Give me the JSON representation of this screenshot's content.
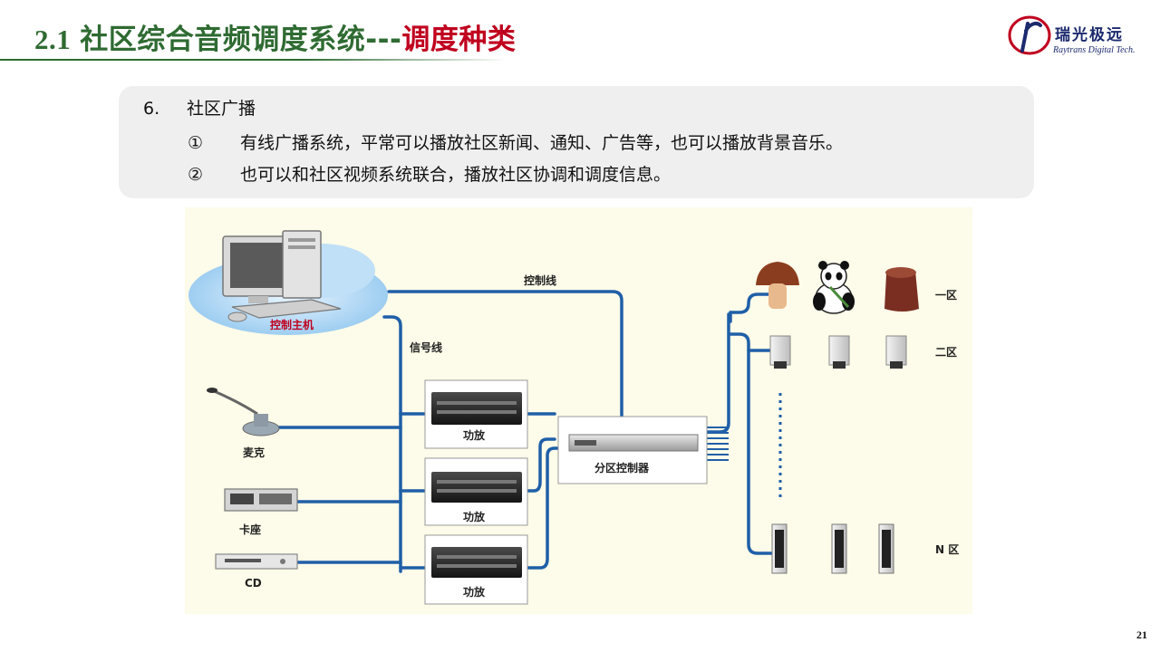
{
  "header": {
    "number": "2.1",
    "title_main": "社区综合音频调度系统---",
    "title_sub": "调度种类"
  },
  "logo": {
    "name_cn": "瑞光极远",
    "name_en": "Raytrans Digital Tech."
  },
  "content": {
    "heading_num": "6.",
    "heading": "社区广播",
    "bullets": [
      {
        "mark": "①",
        "text": "有线广播系统，平常可以播放社区新闻、通知、广告等，也可以播放背景音乐。"
      },
      {
        "mark": "②",
        "text": "也可以和社区视频系统联合，播放社区协调和调度信息。"
      }
    ]
  },
  "diagram": {
    "control_host": "控制主机",
    "control_line": "控制线",
    "signal_line": "信号线",
    "microphone": "麦克",
    "cassette": "卡座",
    "cd": "CD",
    "amplifiers": [
      "功放",
      "功放",
      "功放"
    ],
    "zone_controller": "分区控制器",
    "zones": [
      "一区",
      "二区",
      "N 区"
    ]
  },
  "colors": {
    "title_green": "#2f6b32",
    "title_red": "#c0001e",
    "wire_blue": "#1f5fa8",
    "diagram_bg": "#fdfbe9"
  },
  "page_number": "21"
}
